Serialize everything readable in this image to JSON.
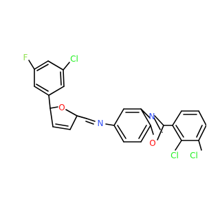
{
  "structure": {
    "atoms": {
      "f": "F",
      "cl_top": "Cl",
      "o_furan": "O",
      "n_imine": "N",
      "n_oxazole": "N",
      "o_oxazole": "O",
      "cl_left": "Cl",
      "cl_right": "Cl"
    },
    "colors": {
      "bond": "#000000",
      "F": "#90e050",
      "Cl": "#1ff01f",
      "O": "#ff0d0d",
      "N": "#3050f8"
    }
  }
}
